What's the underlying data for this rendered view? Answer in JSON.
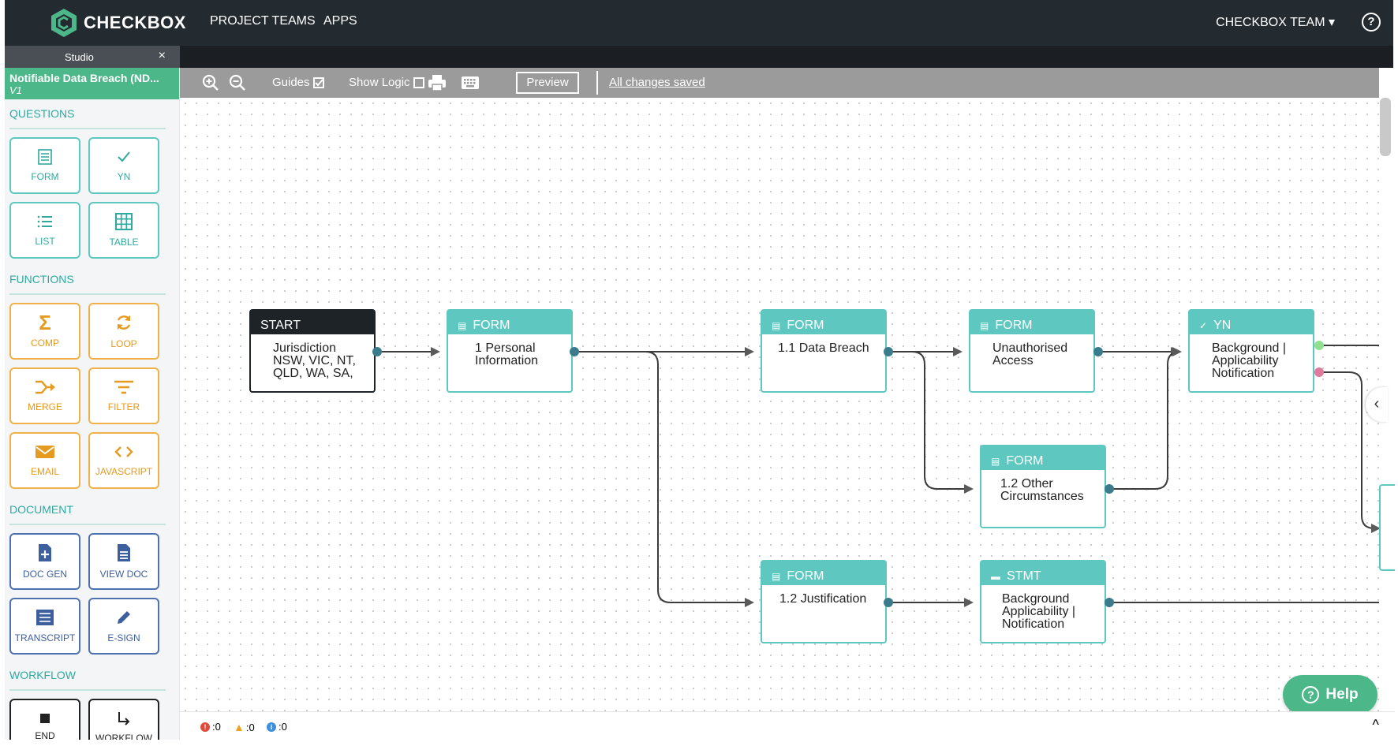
{
  "app": {
    "brand": "CHECKBOX"
  },
  "topnav": {
    "links": [
      "PROJECT TEAMS",
      "APPS"
    ],
    "team": "CHECKBOX TEAM ▾",
    "help": "?"
  },
  "studio_tab": {
    "label": "Studio",
    "close": "×"
  },
  "flow": {
    "name": "Notifiable Data Breach (ND...",
    "version": "V1"
  },
  "sidebar": {
    "questions": {
      "title": "QUESTIONS",
      "tiles": [
        "FORM",
        "YN",
        "LIST",
        "TABLE"
      ]
    },
    "functions": {
      "title": "FUNCTIONS",
      "tiles": [
        "COMP",
        "LOOP",
        "MERGE",
        "FILTER",
        "EMAIL",
        "JAVASCRIPT"
      ]
    },
    "document": {
      "title": "DOCUMENT",
      "tiles": [
        "DOC GEN",
        "VIEW DOC",
        "TRANSCRIPT",
        "E-SIGN"
      ]
    },
    "workflow": {
      "title": "WORKFLOW",
      "tiles": [
        "END",
        "WORKFLOW"
      ]
    }
  },
  "toolbar": {
    "guides": "Guides",
    "guides_checked": true,
    "show_logic": "Show Logic",
    "show_logic_checked": false,
    "preview": "Preview",
    "saved": "All changes saved"
  },
  "nodes": [
    {
      "type": "START",
      "body": "Jurisdiction\nNSW, VIC, NT,\nQLD, WA, SA,"
    },
    {
      "type": "FORM",
      "body": "1 Personal\nInformation"
    },
    {
      "type": "FORM",
      "body": "1.1 Data Breach"
    },
    {
      "type": "FORM",
      "body": "Unauthorised\nAccess"
    },
    {
      "type": "YN",
      "body": "Background |\nApplicability\nNotification"
    },
    {
      "type": "FORM",
      "body": "1.2 Other\nCircumstances"
    },
    {
      "type": "FORM",
      "body": "1.2 Justification"
    },
    {
      "type": "STMT",
      "body": "Background\nApplicability |\nNotification"
    }
  ],
  "status": {
    "errors": ":0",
    "warnings": ":0",
    "info": ":0"
  },
  "help_button": "Help",
  "colors": {
    "teal": "#5ec8c0",
    "green": "#4cb88a",
    "orange": "#f0b14a",
    "blue": "#4e72b0",
    "navbar": "#232a30"
  }
}
